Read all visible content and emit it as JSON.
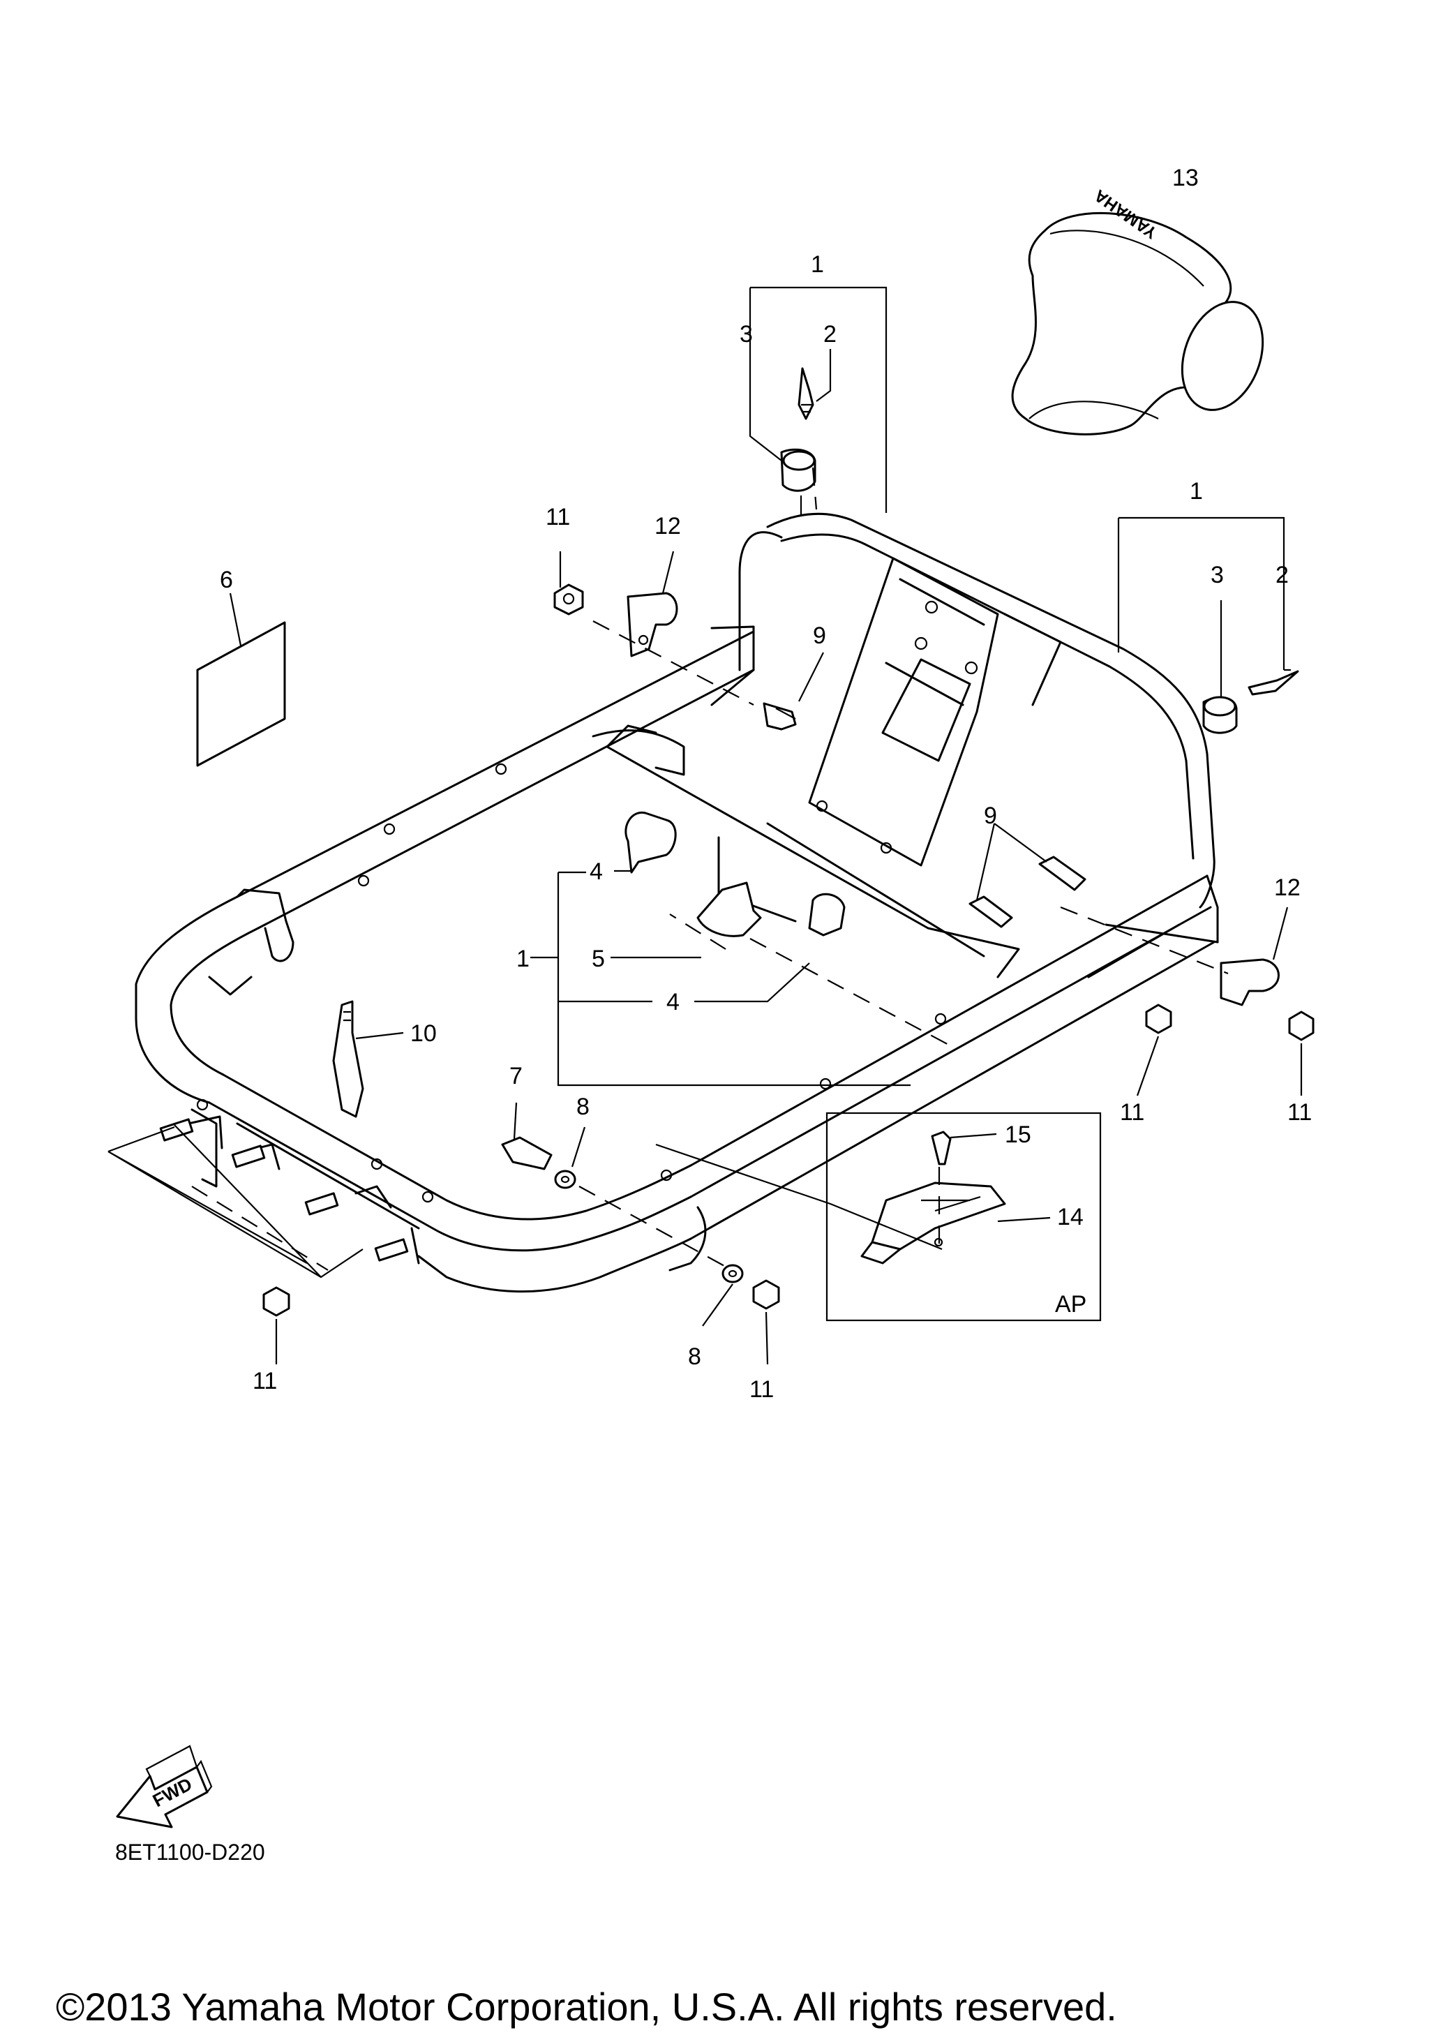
{
  "diagram": {
    "labels": {
      "n13": "13",
      "n1_top": "1",
      "n3_top": "3",
      "n2_top": "2",
      "n1_right": "1",
      "n3_right": "3",
      "n2_right": "2",
      "n11_a": "11",
      "n12_a": "12",
      "n6": "6",
      "n9_a": "9",
      "n9_b": "9",
      "n12_b": "12",
      "n4_a": "4",
      "n1_left": "1",
      "n5": "5",
      "n4_b": "4",
      "n10": "10",
      "n7": "7",
      "n8_a": "8",
      "n15": "15",
      "n14": "14",
      "n11_b": "11",
      "n11_c": "11",
      "n11_d": "11",
      "n8_b": "8",
      "n11_e": "11",
      "ap": "AP"
    },
    "seat_cover_brand": "YAMAHA",
    "fwd_arrow_label": "FWD",
    "diagram_code": "8ET1100-D220",
    "copyright": "©2013 Yamaha Motor Corporation, U.S.A. All rights reserved."
  }
}
